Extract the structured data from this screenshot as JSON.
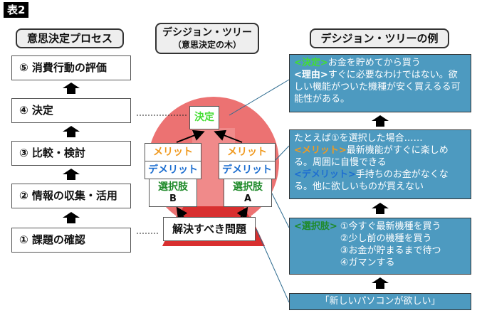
{
  "tag": "表2",
  "left": {
    "title": "意思決定プロセス",
    "steps": [
      {
        "label": "⑤ 消費行動の評価"
      },
      {
        "label": "④ 決定"
      },
      {
        "label": "③ 比較・検討"
      },
      {
        "label": "② 情報の収集・活用"
      },
      {
        "label": "① 課題の確認"
      }
    ]
  },
  "middle": {
    "title_line1": "デシジョン・ツリー",
    "title_line2": "（意思決定の木）",
    "decision": "決定",
    "branch_b": {
      "merit": "メリット",
      "demerit": "デメリット",
      "choice": "選択肢",
      "letter": "B"
    },
    "branch_a": {
      "merit": "メリット",
      "demerit": "デメリット",
      "choice": "選択肢",
      "letter": "A"
    },
    "problem": "解決すべき問題"
  },
  "right": {
    "title": "デシジョン・ツリーの例",
    "decision_panel": {
      "decision_tag": "<決定>",
      "decision_text": "お金を貯めてから買う",
      "reason_tag": "<理由>",
      "reason_text": "すぐに必要なわけではない。欲しい機能がついた機種が安く買えるる可能性がある。"
    },
    "merit_panel": {
      "intro": "たとえば①を選択した場合……",
      "merit_tag": "<メリット>",
      "merit_text": "最新機能がすぐに楽しめる。周囲に自慢できる",
      "demerit_tag": "<デメリット>",
      "demerit_text": "手持ちのお金がなくなる。他に欲しいものが買えない"
    },
    "choice_panel": {
      "choice_tag": "<選択肢>",
      "options": [
        "①今すぐ最新機種を買う",
        "②少し前の機種を買う",
        "③お金が貯まるまで待つ",
        "④ガマンする"
      ]
    },
    "problem_panel": {
      "text": "「新しいパソコンが欲しい」"
    }
  },
  "colors": {
    "merit": "#f09a20",
    "demerit": "#1e6fd0",
    "choice": "#1f8a2a",
    "decision": "#44dd33",
    "panel": "#4d9ac0",
    "tree_light": "#ec7272",
    "tree_dark": "#d82f2f"
  }
}
